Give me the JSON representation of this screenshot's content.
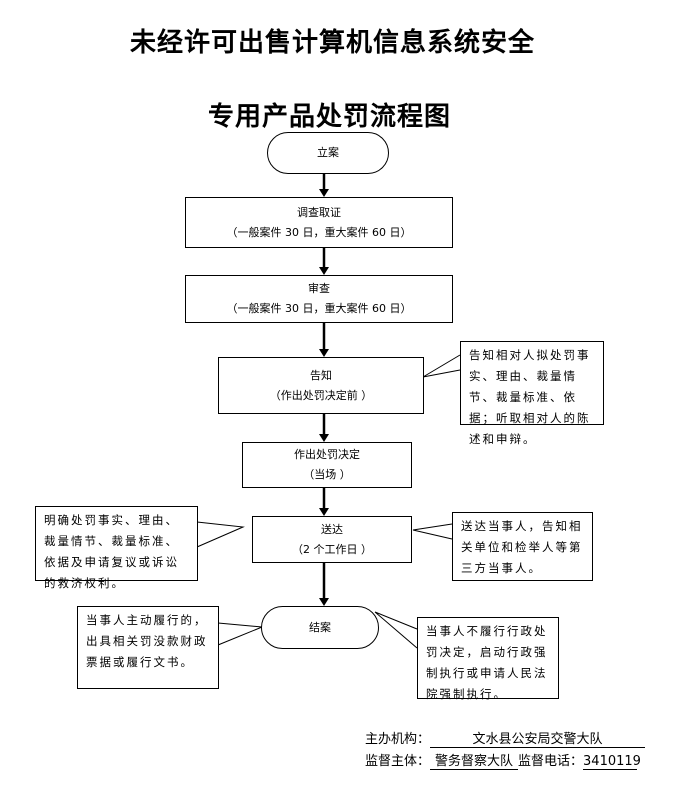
{
  "title": {
    "line1": "未经许可出售计算机信息系统安全",
    "line2": "专用产品处罚流程图"
  },
  "flow": {
    "start": "立案",
    "investigate": {
      "title": "调查取证",
      "note": "（一般案件 30 日，重大案件 60 日）"
    },
    "review": {
      "title": "审查",
      "note": "（一般案件 30 日，重大案件 60 日）"
    },
    "notify": {
      "title": "告知",
      "note": "（作出处罚决定前 ）"
    },
    "decide": {
      "title": "作出处罚决定",
      "note": "（当场 ）"
    },
    "deliver": {
      "title": "送达",
      "note": "（2 个工作日 ）"
    },
    "close": "结案"
  },
  "callouts": {
    "notify_right": "告知相对人拟处罚事实、理由、裁量情节、裁量标准、依据；听取相对人的陈述和申辩。",
    "deliver_left": "明确处罚事实、理由、裁量情节、裁量标准、依据及申请复议或诉讼的救济权利。",
    "deliver_right": "送达当事人，告知相关单位和检举人等第三方当事人。",
    "close_left": "当事人主动履行的，出具相关罚没款财政票据或履行文书。",
    "close_right": "当事人不履行行政处罚决定，启动行政强制执行或申请人民法院强制执行。"
  },
  "footer": {
    "host_label": "主办机构：",
    "host_value": "文水县公安局交警大队",
    "supervisor_label": "监督主体：",
    "supervisor_value": "警务督察大队",
    "phone_label": "监督电话：",
    "phone_value": "3410119"
  }
}
